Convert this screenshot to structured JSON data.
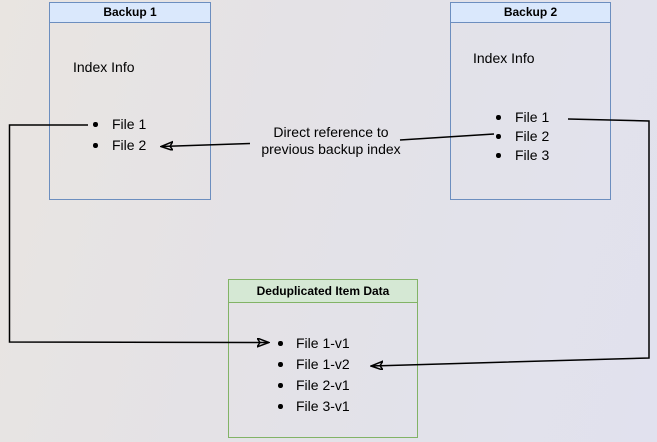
{
  "diagram": {
    "backup1": {
      "title": "Backup 1",
      "section_label": "Index Info",
      "files": [
        "File 1",
        "File 2"
      ]
    },
    "backup2": {
      "title": "Backup 2",
      "section_label": "Index Info",
      "files": [
        "File 1",
        "File 2",
        "File 3"
      ]
    },
    "dedup_store": {
      "title": "Deduplicated Item Data",
      "files": [
        "File 1-v1",
        "File 1-v2",
        "File 2-v1",
        "File 3-v1"
      ]
    },
    "annotation": {
      "line1": "Direct reference to",
      "line2": "previous backup index"
    },
    "colors": {
      "blue_fill": "#dae8fc",
      "blue_border": "#6c8ebf",
      "green_fill": "#d5e8d4",
      "green_border": "#82b366",
      "arrow": "#000000"
    }
  }
}
